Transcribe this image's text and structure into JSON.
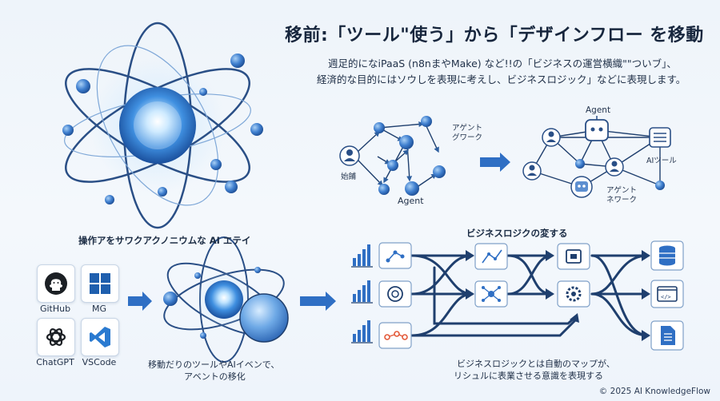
{
  "header": {
    "title": "移前:「ツール\"使う」から「デザインフロー を移動",
    "subtitle_line1": "週足的になiPaaS (n8nまやMake) など!!の「ビジネスの運営横織\"\"ついブ」、",
    "subtitle_line2": "経済的な目的にはソウしを表現に考えし、ビジネスロジック」などに表現します。"
  },
  "network_left": {
    "agent_work_line1": "アゲント",
    "agent_work_line2": "グワーク",
    "start_label": "始餔",
    "agent_label": "Agent"
  },
  "network_right": {
    "agent_label": "Agent",
    "ai_tool_label": "AIツール",
    "agent_network_line1": "アゲント",
    "agent_network_line2": "ネワーク"
  },
  "tools_section": {
    "heading": "操作アをサワクアクノニウムな AI エテイ",
    "tools": [
      {
        "name": "GitHub",
        "icon": "github-icon"
      },
      {
        "name": "MG",
        "icon": "windows-icon"
      },
      {
        "name": "ChatGPT",
        "icon": "chatgpt-icon"
      },
      {
        "name": "VSCode",
        "icon": "vscode-icon"
      }
    ],
    "caption_line1": "移動だりのツールやAIイベンで、",
    "caption_line2": "アベントの移化"
  },
  "flow_section": {
    "heading": "ビジネスロジクの変する",
    "caption_line1": "ビジネスロジックとは自動のマップが、",
    "caption_line2": "リシュルに表業させる意識を表現する"
  },
  "footer": {
    "copyright": "© 2025 AI KnowledgeFlow"
  },
  "colors": {
    "navy": "#1f3f6e",
    "accent_blue": "#2f6fc4",
    "light_blue": "#9cc4ee",
    "node_blue": "#3a79cc",
    "text_dark": "#17263d",
    "icon_red": "#e35a3a"
  }
}
